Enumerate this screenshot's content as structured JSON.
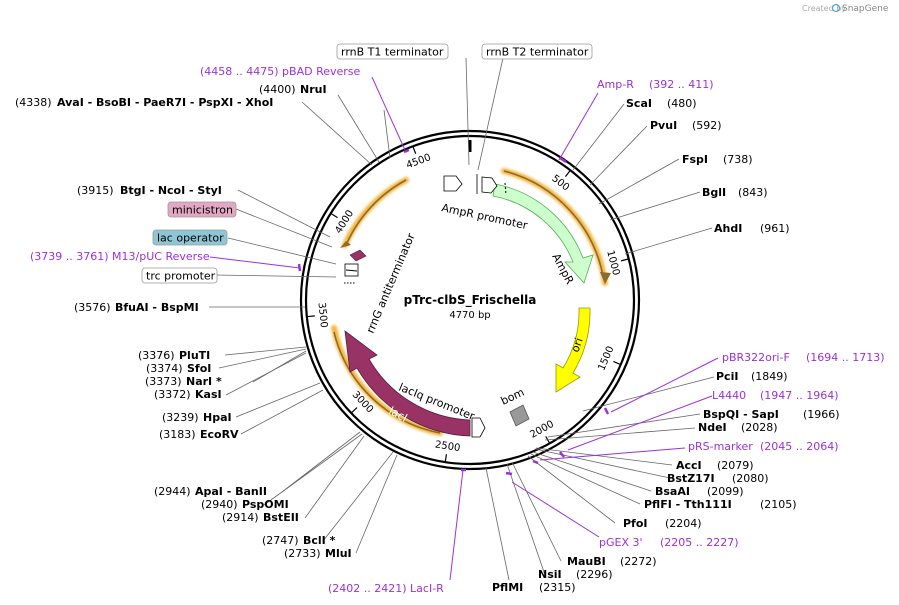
{
  "header": {
    "created_by": "Created by",
    "brand": "SnapGene"
  },
  "plasmid": {
    "name": "pTrc-clbS_Frischella",
    "length": "4770 bp"
  },
  "ticks": [
    "500",
    "1000",
    "1500",
    "2000",
    "2500",
    "3000",
    "3500",
    "4000",
    "4500"
  ],
  "boxed_labels": {
    "rrnb_t1": "rrnB T1 terminator",
    "rrnb_t2": "rrnB T2 terminator",
    "minicistron": "minicistron",
    "lac_operator": "lac operator",
    "trc_promoter": "trc promoter"
  },
  "purple_labels": {
    "pbad_reverse": "(4458 .. 4475)  pBAD Reverse",
    "ampr_primer_name": "Amp-R",
    "ampr_primer_range": "(392 .. 411)",
    "m13_reverse": "(3739 .. 3761)  M13/pUC Reverse",
    "pbr322_name": "pBR322ori-F",
    "pbr322_range": "(1694 .. 1713)",
    "l4440_name": "L4440",
    "l4440_range": "(1947 .. 1964)",
    "prs_name": "pRS-marker",
    "prs_range": "(2045 .. 2064)",
    "pgex_name": "pGEX 3'",
    "pgex_range": "(2205 .. 2227)",
    "laci_r": "(2402 .. 2421)  LacI-R"
  },
  "sites_left": {
    "nrui_pos": "(4400)",
    "nrui_name": "NruI",
    "multi_pos": "(4338)",
    "multi_names": "AvaI  - BsoBI  - PaeR7I  - PspXI  - XhoI",
    "btgi_pos": "(3915)",
    "btgi_names": "BtgI  - NcoI  - StyI",
    "bfuai_pos": "(3576)",
    "bfuai_names": "BfuAI  - BspMI",
    "pluti_pos": "(3376)",
    "pluti_name": "PluTI",
    "sfoi_pos": "(3374)",
    "sfoi_name": "SfoI",
    "nari_pos": "(3373)",
    "nari_name": "NarI *",
    "kasi_pos": "(3372)",
    "kasi_name": "KasI",
    "hpai_pos": "(3239)",
    "hpai_name": "HpaI",
    "ecorv_pos": "(3183)",
    "ecorv_name": "EcoRV",
    "apai_pos": "(2944)",
    "apai_names": "ApaI  - BanII",
    "pspomi_pos": "(2940)",
    "pspomi_name": "PspOMI",
    "bsteii_pos": "(2914)",
    "bsteii_name": "BstEII",
    "bcli_pos": "(2747)",
    "bcli_name": "BclI *",
    "mlui_pos": "(2733)",
    "mlui_name": "MluI",
    "pflmi_name": "PflMI",
    "pflmi_pos": "(2315)"
  },
  "sites_right": {
    "scai_name": "ScaI",
    "scai_pos": "(480)",
    "pvui_name": "PvuI",
    "pvui_pos": "(592)",
    "fspi_name": "FspI",
    "fspi_pos": "(738)",
    "bgli_name": "BglI",
    "bgli_pos": "(843)",
    "ahdi_name": "AhdI",
    "ahdi_pos": "(961)",
    "pcii_name": "PciI",
    "pcii_pos": "(1849)",
    "bspqi_names": "BspQI  - SapI",
    "bspqi_pos": "(1966)",
    "ndei_name": "NdeI",
    "ndei_pos": "(2028)",
    "acci_name": "AccI",
    "acci_pos": "(2079)",
    "bstz17i_name": "BstZ17I",
    "bstz17i_pos": "(2080)",
    "bsaai_name": "BsaAI",
    "bsaai_pos": "(2099)",
    "pflfi_names": "PflFI  - Tth111I",
    "pflfi_pos": "(2105)",
    "pfoi_name": "PfoI",
    "pfoi_pos": "(2204)",
    "maubi_name": "MauBI",
    "maubi_pos": "(2272)",
    "nsii_name": "NsiI",
    "nsii_pos": "(2296)"
  },
  "features": {
    "ampr_promoter": "AmpR promoter",
    "ampr": "AmpR",
    "ori": "ori",
    "bom": "bom",
    "laciq_promoter": "lacIq promoter",
    "laci": "lacI",
    "rrng_antiterminator": "rrnG antiterminator"
  },
  "colors": {
    "ampr": "#ccffcc",
    "ori": "#ffff00",
    "laci": "#993366",
    "bom": "#999999",
    "minicistron_box": "#e3a7c4",
    "lac_operator_box": "#8ec6d6",
    "primer": "#9b30d9",
    "orange_halo": "#f5b53f"
  }
}
